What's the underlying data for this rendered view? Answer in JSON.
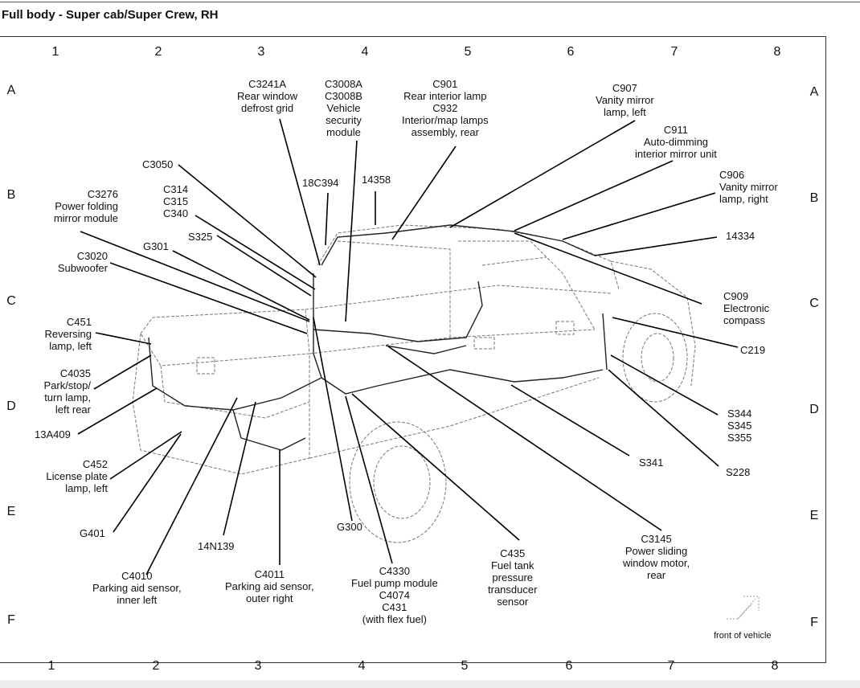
{
  "title": "Full body - Super cab/Super Crew, RH",
  "grid": {
    "columns": [
      "1",
      "2",
      "3",
      "4",
      "5",
      "6",
      "7",
      "8"
    ],
    "rows": [
      "A",
      "B",
      "C",
      "D",
      "E",
      "F"
    ]
  },
  "labels": {
    "c3241a": "C3241A\nRear window\ndefrost grid",
    "c3008": "C3008A\nC3008B\nVehicle\nsecurity\nmodule",
    "c901": "C901\nRear interior lamp\nC932\nInterior/map lamps\nassembly, rear",
    "c907": "C907\nVanity mirror\nlamp, left",
    "c911": "C911\nAuto-dimming\ninterior mirror unit",
    "c906": "C906\nVanity mirror\nlamp, right",
    "n14334": "14334",
    "c3050": "C3050",
    "n18c394": "18C394",
    "n14358": "14358",
    "c3276": "C3276\nPower folding\nmirror module",
    "c314": "C314\nC315\nC340",
    "s325": "S325",
    "g301": "G301",
    "c3020": "C3020\nSubwoofer",
    "c909": "C909\nElectronic\ncompass",
    "c219": "C219",
    "c451": "C451\nReversing\nlamp, left",
    "c4035": "C4035\nPark/stop/\nturn lamp,\nleft rear",
    "n13a409": "13A409",
    "c452": "C452\nLicense plate\nlamp, left",
    "s344": "S344\nS345\nS355",
    "s341": "S341",
    "s228": "S228",
    "g401": "G401",
    "n14n139": "14N139",
    "g300": "G300",
    "c4010": "C4010\nParking aid sensor,\ninner left",
    "c4011": "C4011\nParking aid sensor,\nouter right",
    "c4330": "C4330\nFuel pump module\nC4074\nC431\n(with flex fuel)",
    "c435": "C435\nFuel tank\npressure\ntransducer\nsensor",
    "c3145": "C3145\nPower sliding\nwindow motor,\nrear",
    "front": "front of vehicle"
  },
  "icons": {
    "direction_arrow": "front-of-vehicle-arrow"
  }
}
